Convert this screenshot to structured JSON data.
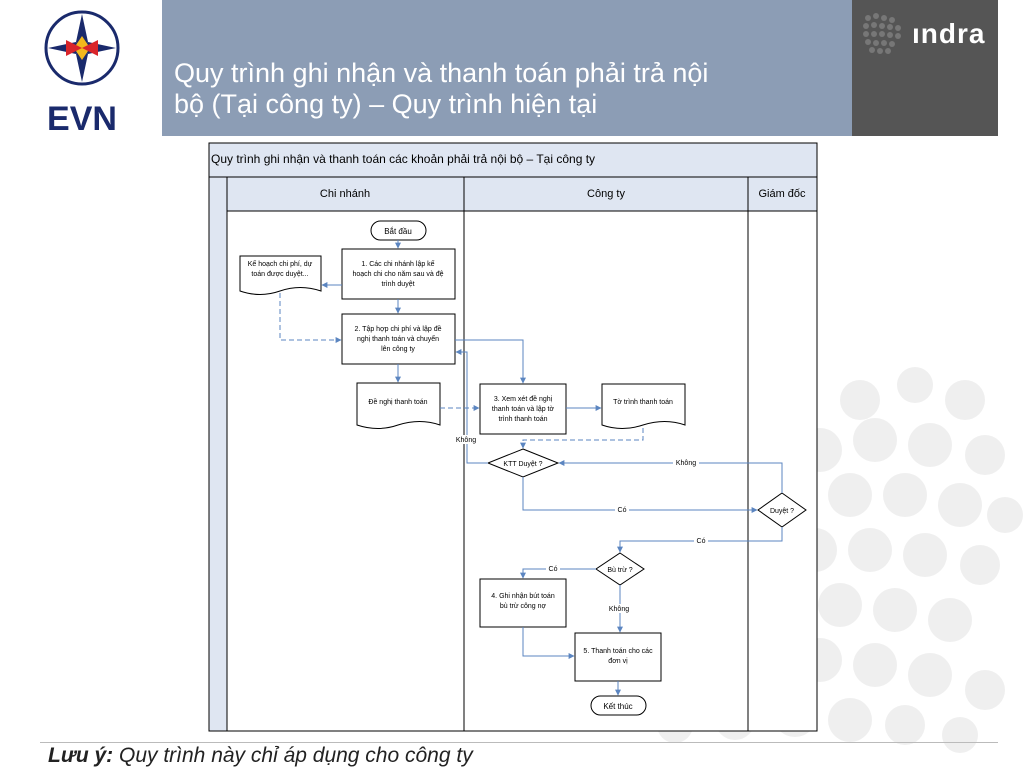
{
  "header": {
    "title": "Quy trình ghi nhận và thanh toán phải trả nội bộ (Tại công ty) – Quy trình hiện tại",
    "title_line1": "Quy trình ghi nhận và thanh toán phải trả nội",
    "title_line2": "bộ (Tại công ty) – Quy trình hiện tại",
    "logo_left_text": "EVN",
    "logo_right_text": "ındra"
  },
  "diagram": {
    "title": "Quy trình ghi nhận và thanh toán các khoản phải trả nội bộ – Tại công ty",
    "lanes": [
      "Chi nhánh",
      "Công ty",
      "Giám đốc"
    ],
    "start": "Bắt đầu",
    "end": "Kết thúc",
    "plan_doc": [
      "Kế hoạch chi phí, dự",
      "toán được duyệt..."
    ],
    "step1": [
      "1. Các chi nhánh lập kế",
      "hoạch chi cho năm sau và đệ",
      "trình duyệt"
    ],
    "step2": [
      "2. Tập hợp chi phí và lập đề",
      "nghị thanh toán và chuyển",
      "lên công ty"
    ],
    "request_doc": "Đề nghị thanh toán",
    "step3": [
      "3. Xem xét đề nghị",
      "thanh toán và lập tờ",
      "trình thanh toán"
    ],
    "submission_doc": "Tờ trình thanh toán",
    "ktt_decision": "KTT Duyệt ?",
    "director_decision": "Duyệt ?",
    "offset_decision": "Bù trừ ?",
    "step4": [
      "4. Ghi nhận bút toán",
      "bù trừ công nợ"
    ],
    "step5": [
      "5. Thanh toán cho các",
      "đơn vị"
    ],
    "labels": {
      "no": "Không",
      "yes": "Có"
    }
  },
  "note": {
    "label": "Lưu ý:",
    "text": " Quy trình này chỉ áp dụng cho công ty"
  },
  "colors": {
    "title_bar": "#8c9db5",
    "indra_bg": "#555555",
    "connector": "#5b85c0",
    "lane_header": "#dfe6f2"
  }
}
